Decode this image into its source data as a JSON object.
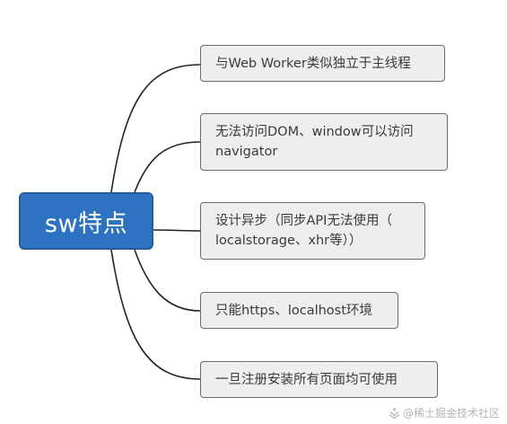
{
  "root": {
    "label": "sw特点",
    "color": "#2d73c1"
  },
  "branches": [
    {
      "lines": [
        "与Web Worker类似独立于主线程"
      ]
    },
    {
      "lines": [
        "无法访问DOM、window可以访问",
        "navigator"
      ]
    },
    {
      "lines": [
        "设计异步（同步API无法使用（",
        "localstorage、xhr等））"
      ]
    },
    {
      "lines": [
        "只能https、localhost环境"
      ]
    },
    {
      "lines": [
        "一旦注册安装所有页面均可使用"
      ]
    }
  ],
  "watermark": {
    "text": "@稀土掘金技术社区",
    "icon": "juejin-logo-icon"
  }
}
